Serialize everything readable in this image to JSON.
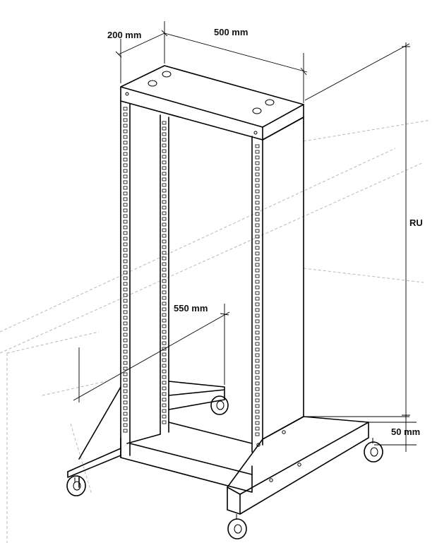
{
  "dimensions": {
    "depth_top": "200 mm",
    "width_top": "500 mm",
    "height": "RU",
    "rail_depth": "550 mm",
    "base_height": "50 mm"
  },
  "colors": {
    "line": "#000000",
    "faint": "#b8b8b8",
    "background": "#ffffff"
  },
  "icons": {
    "caster": "caster-wheel-icon",
    "arrow": "dimension-arrow-icon"
  }
}
